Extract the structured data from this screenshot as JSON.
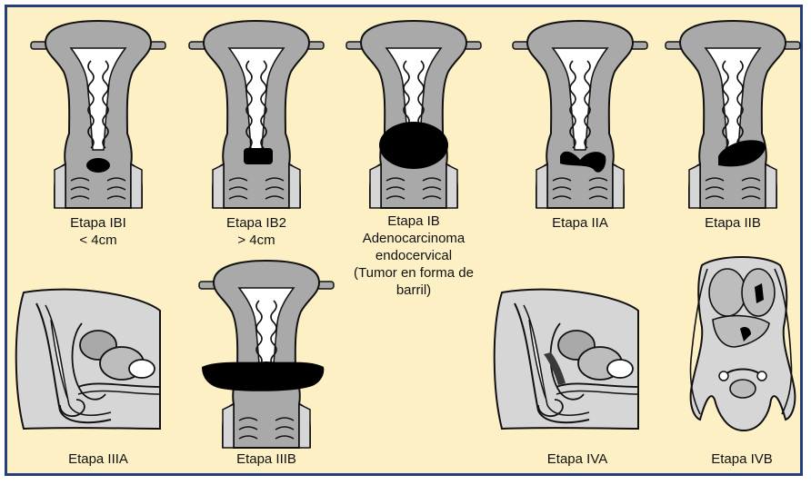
{
  "stages": [
    {
      "id": "ib1",
      "label": "Etapa IBI",
      "sublabel": "< 4cm"
    },
    {
      "id": "ib2",
      "label": "Etapa IB2",
      "sublabel": "> 4cm"
    },
    {
      "id": "ib-adeno",
      "label": "Etapa IB",
      "lines": [
        "Adenocarcinoma",
        "endocervical",
        "(Tumor en forma de",
        "barril)"
      ]
    },
    {
      "id": "iia",
      "label": "Etapa IIA"
    },
    {
      "id": "iib",
      "label": "Etapa IIB"
    },
    {
      "id": "iiia",
      "label": "Etapa IIIA"
    },
    {
      "id": "iiib",
      "label": "Etapa IIIB"
    },
    {
      "id": "iva",
      "label": "Etapa IVA"
    },
    {
      "id": "ivb",
      "label": "Etapa IVB"
    }
  ],
  "colors": {
    "background": "#fdf0c5",
    "frame_border": "#24407a",
    "tissue": "#a9a9a9",
    "tissue_light": "#d6d6d6",
    "cavity": "#ffffff",
    "tumor": "#000000"
  }
}
